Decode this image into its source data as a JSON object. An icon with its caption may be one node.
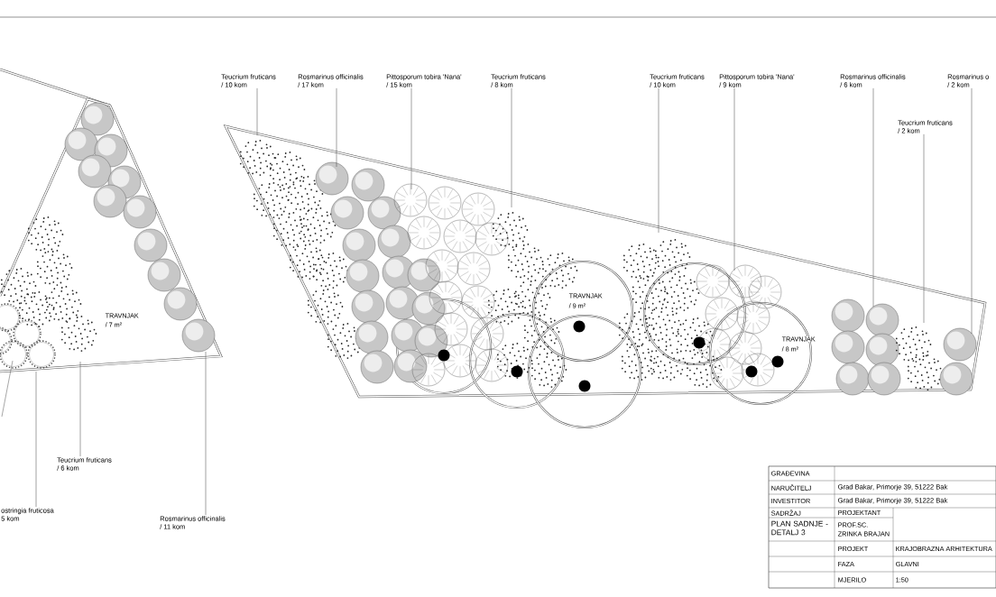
{
  "diagram": {
    "nodes": [
      {
        "text": [
          "Teucrium fruticans",
          "/      10 kom"
        ]
      },
      {
        "text": [
          "Rosmarinus officinalis",
          "/      17 kom"
        ]
      },
      {
        "text": [
          "Pittosporum tobira 'Nana'",
          "/      15 kom"
        ]
      },
      {
        "text": [
          "Teucrium fruticans",
          "/      8 kom"
        ]
      },
      {
        "text": [
          "Teucrium fruticans",
          "/      10 kom"
        ]
      },
      {
        "text": [
          "Pittosporum tobira 'Nana'",
          "/      9 kom"
        ]
      },
      {
        "text": [
          "Rosmarinus officinalis",
          "/      6 kom"
        ]
      },
      {
        "text": [
          "Rosmarinus o",
          "/      2 kom"
        ]
      },
      {
        "text": [
          "Teucrium fruticans",
          "/      2 kom"
        ]
      },
      {
        "text": [
          "Teucrium fruticans",
          "/      6 kom"
        ]
      },
      {
        "text": [
          "ostringia fruticosa",
          "5 kom"
        ]
      },
      {
        "text": [
          "Rosmarinus officinalis",
          "/      11 kom"
        ]
      }
    ],
    "edges": [
      {
        "from": 0,
        "to": null,
        "arrow": "none"
      },
      {
        "from": 1,
        "to": null,
        "arrow": "none"
      },
      {
        "from": 2,
        "to": null,
        "arrow": "none"
      },
      {
        "from": 3,
        "to": null,
        "arrow": "none"
      },
      {
        "from": 4,
        "to": null,
        "arrow": "none"
      },
      {
        "from": 5,
        "to": null,
        "arrow": "none"
      },
      {
        "from": 6,
        "to": null,
        "arrow": "none"
      },
      {
        "from": 7,
        "to": null,
        "arrow": "none"
      },
      {
        "from": 8,
        "to": null,
        "arrow": "none"
      },
      {
        "from": 9,
        "to": null,
        "arrow": "none"
      },
      {
        "from": 10,
        "to": null,
        "arrow": "none"
      },
      {
        "from": 11,
        "to": null,
        "arrow": "none"
      }
    ],
    "labels": [
      "TRAVNJAK",
      "/ 7 m²",
      "TRAVNJAK",
      "/ 9 m²",
      "TRAVNJAK",
      "/ 8 m²",
      "GRAĐEVINA",
      "NARUČITELJ",
      "Grad Bakar, Primorje 39, 51222 Bak",
      "INVESTITOR",
      "Grad Bakar, Primorje 39, 51222 Bak",
      "SADRŽAJ",
      "PROJEKTANT",
      "PLAN SADNJE - DETALJ 3",
      "PROF.SC.",
      "ZRINKA BRAJAN",
      "PROJEKT",
      "KRAJOBRAZNA ARHITEKTURA",
      "FAZA",
      "GLAVNI",
      "MJERILO",
      "1:50"
    ]
  }
}
